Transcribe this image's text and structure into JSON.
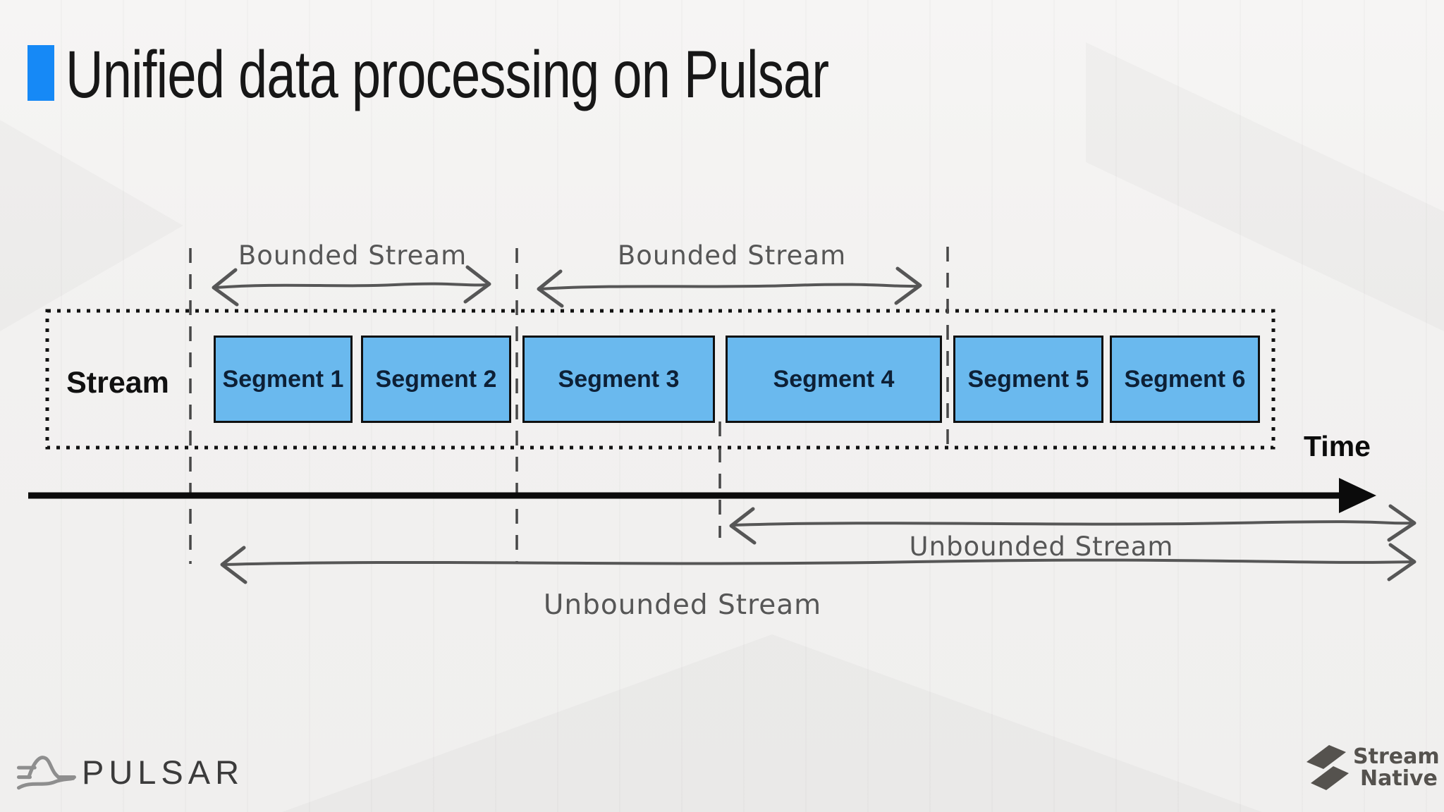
{
  "slide": {
    "title": "Unified data processing on Pulsar"
  },
  "colors": {
    "accent_blue": "#1689f6",
    "segment_fill": "#6ab9ee",
    "hand_gray": "#565656"
  },
  "diagram": {
    "stream_label": "Stream",
    "time_label": "Time",
    "bounded_labels": [
      "Bounded Stream",
      "Bounded Stream"
    ],
    "unbounded_labels": [
      "Unbounded Stream",
      "Unbounded Stream"
    ],
    "segments": [
      {
        "label": "Segment 1"
      },
      {
        "label": "Segment 2"
      },
      {
        "label": "Segment 3"
      },
      {
        "label": "Segment 4"
      },
      {
        "label": "Segment 5"
      },
      {
        "label": "Segment 6"
      }
    ]
  },
  "footer": {
    "pulsar_wordmark": "PULSAR",
    "streamnative_line1": "Stream",
    "streamnative_line2": "Native"
  }
}
